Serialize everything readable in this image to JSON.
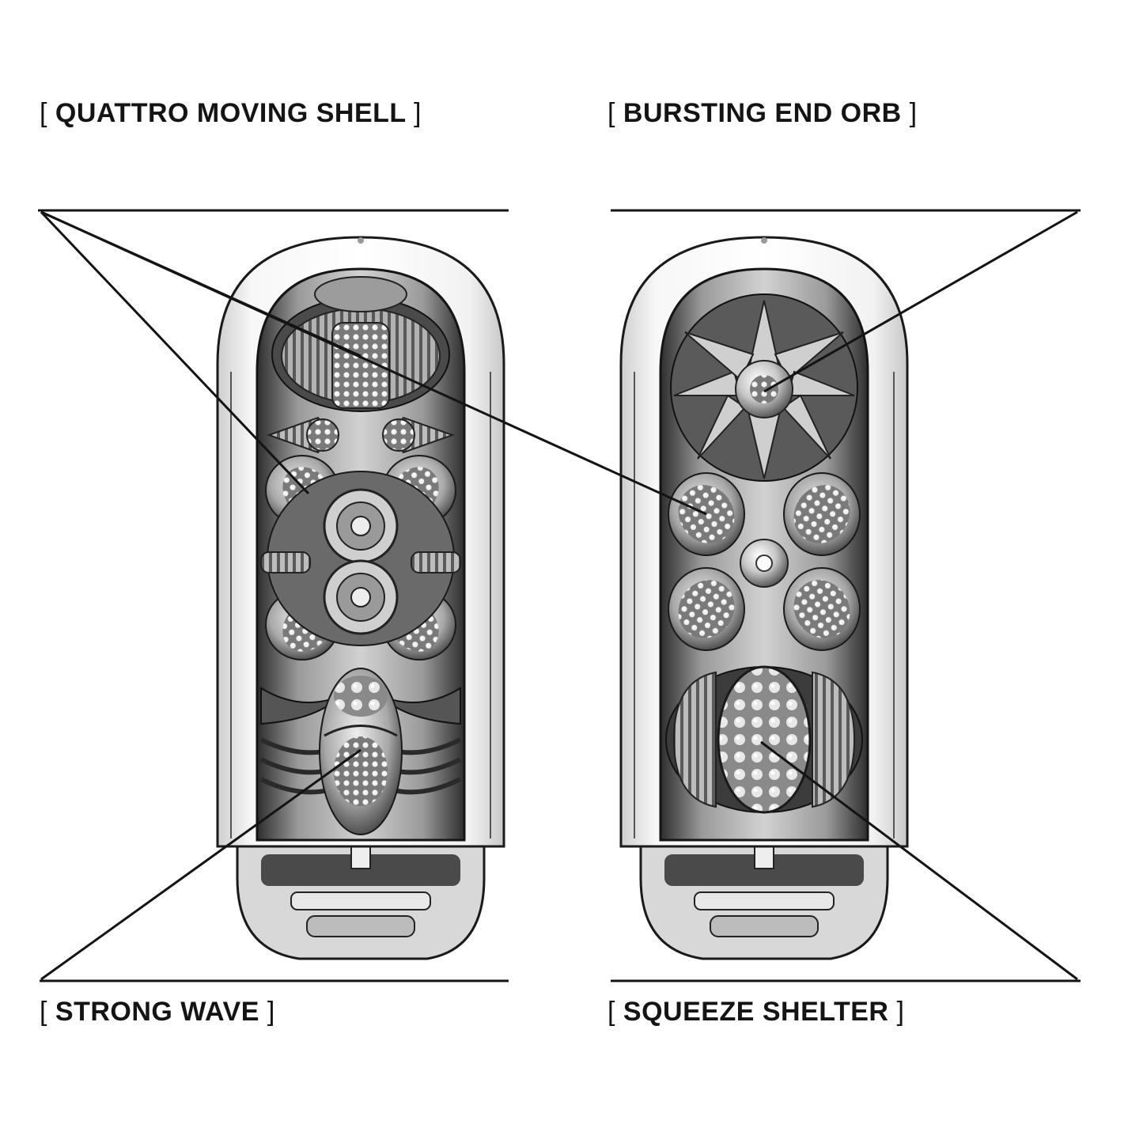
{
  "labels": {
    "top_left": "QUATTRO MOVING SHELL",
    "top_right": "BURSTING END ORB",
    "bottom_left": "STRONG WAVE",
    "bottom_right": "SQUEEZE SHELTER"
  },
  "bracket_open": "[",
  "bracket_close": "]",
  "colors": {
    "ink": "#141414",
    "shell": "#f4f4f4",
    "dark": "#3a3a3a",
    "mid": "#8a8a8a",
    "light": "#d6d6d6"
  }
}
